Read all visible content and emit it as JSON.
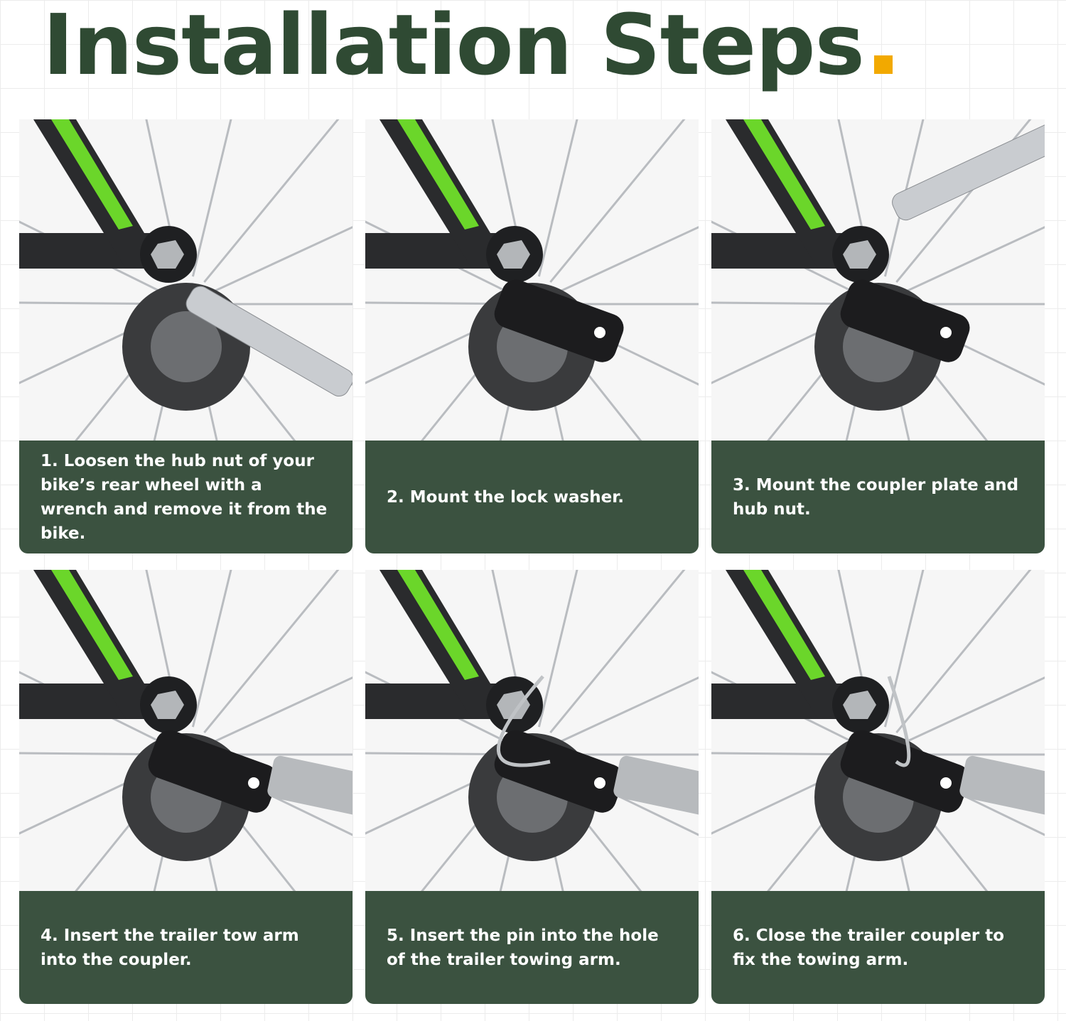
{
  "title": "Installation Steps",
  "colors": {
    "title": "#2f4a33",
    "accent_dot": "#f2a900",
    "card": "#3b5240",
    "frame_green": "#6bd62a"
  },
  "steps": [
    {
      "text": "1. Loosen the hub nut of your bike’s rear wheel with a wrench and remove it from the bike.",
      "icon": "wrench-loosening-hub-nut-image"
    },
    {
      "text": "2. Mount the lock washer.",
      "icon": "lock-washer-image"
    },
    {
      "text": "3. Mount the coupler plate and hub nut.",
      "icon": "coupler-plate-image"
    },
    {
      "text": "4. Insert the trailer tow arm into the coupler.",
      "icon": "tow-arm-insert-image"
    },
    {
      "text": "5. Insert the pin into the hole of the trailer towing arm.",
      "icon": "pin-insert-image"
    },
    {
      "text": "6. Close the trailer coupler to fix the towing arm.",
      "icon": "coupler-closed-image"
    }
  ]
}
